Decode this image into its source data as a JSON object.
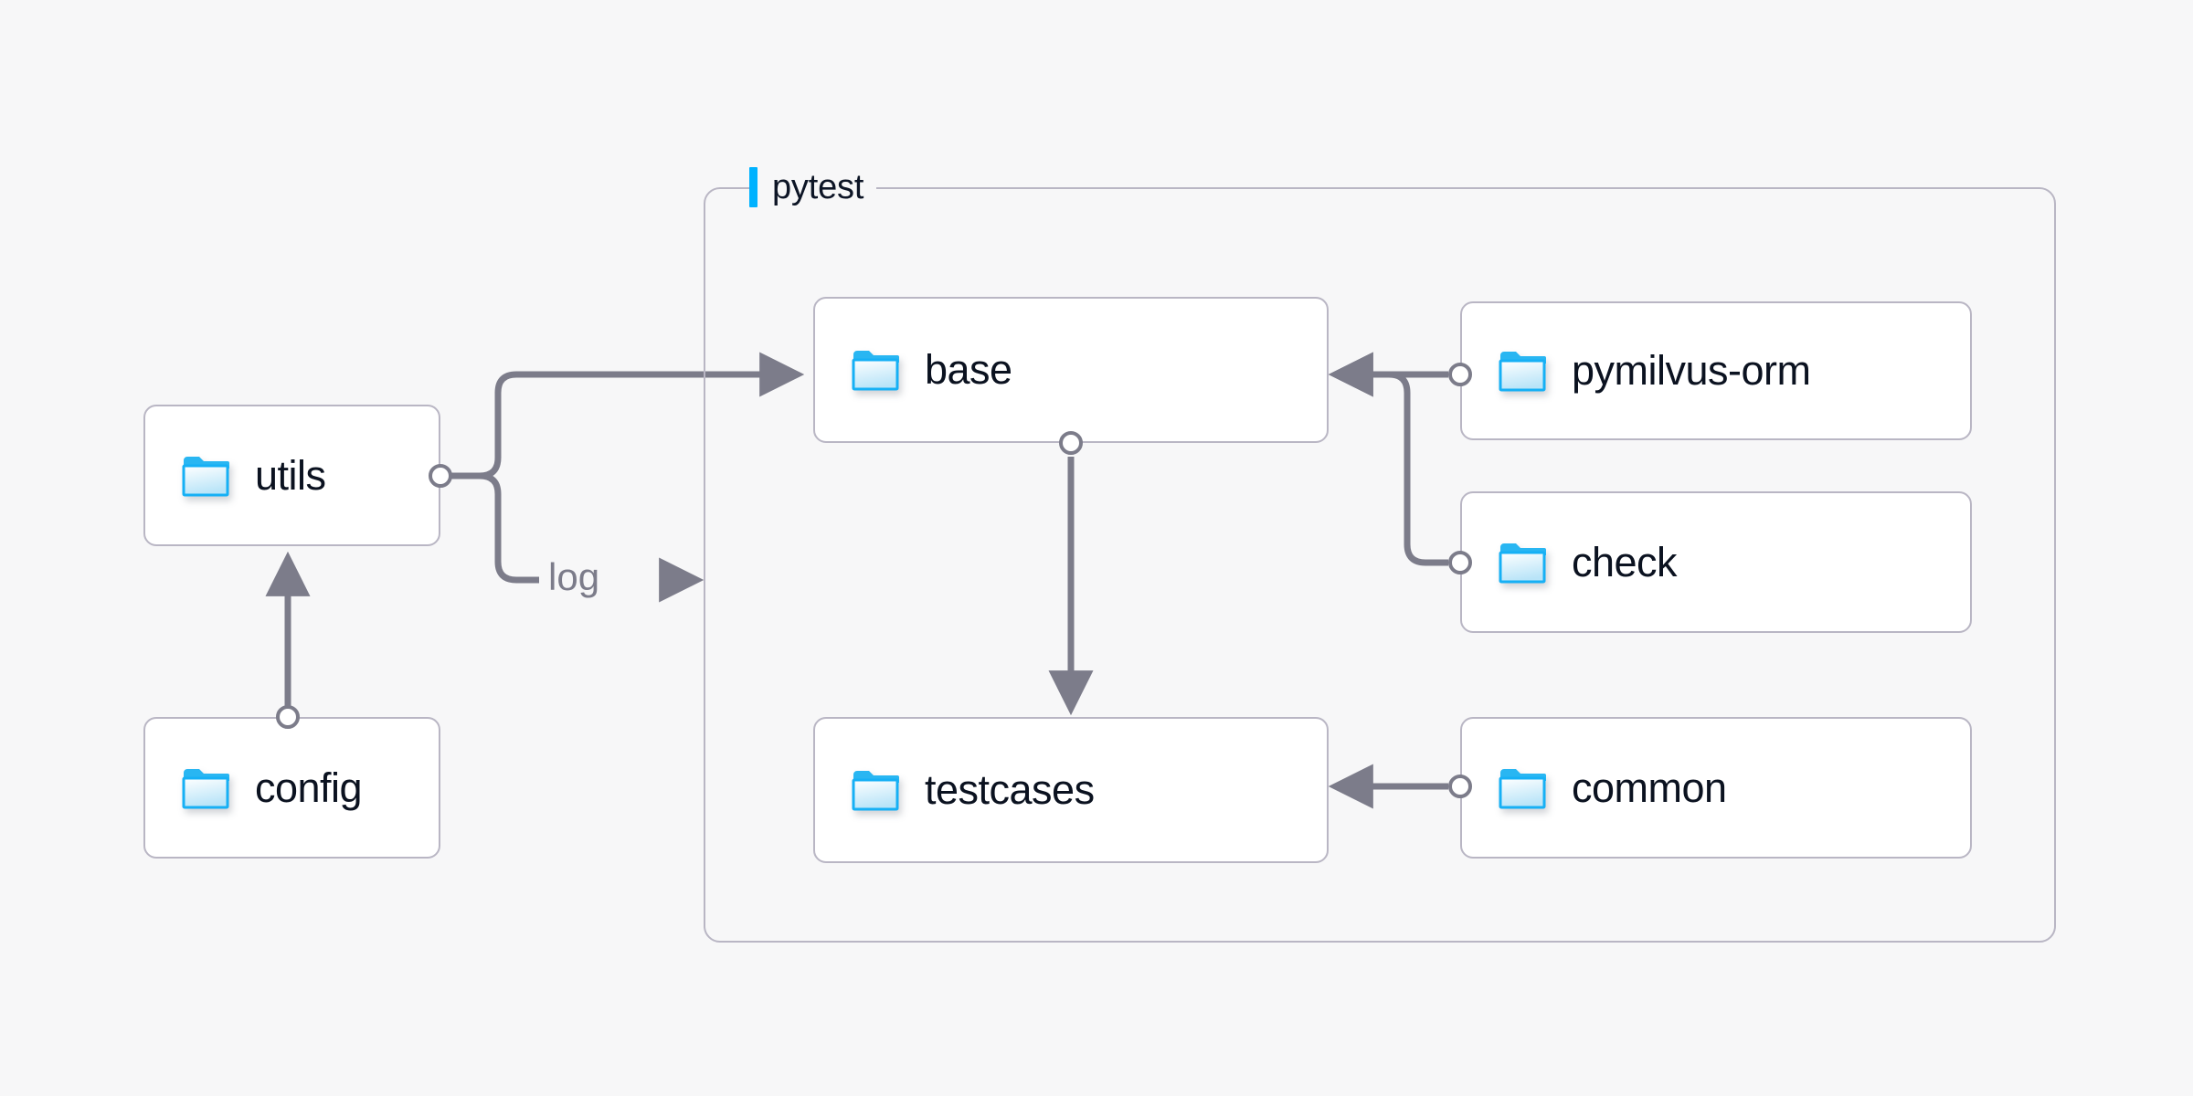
{
  "diagram": {
    "background_color": "#f7f7f8",
    "node_border_color": "#b9b6c4",
    "node_fill_color": "#ffffff",
    "edge_color": "#7c7c8a",
    "accent_color": "#00b2ff",
    "text_color": "#0b1220"
  },
  "group": {
    "label": "pytest",
    "marker_icon": "vertical-bar-icon"
  },
  "nodes": [
    {
      "id": "utils",
      "label": "utils",
      "icon": "folder-icon"
    },
    {
      "id": "config",
      "label": "config",
      "icon": "folder-icon"
    },
    {
      "id": "base",
      "label": "base",
      "icon": "folder-icon"
    },
    {
      "id": "testcases",
      "label": "testcases",
      "icon": "folder-icon"
    },
    {
      "id": "pymilvus-orm",
      "label": "pymilvus-orm",
      "icon": "folder-icon"
    },
    {
      "id": "check",
      "label": "check",
      "icon": "folder-icon"
    },
    {
      "id": "common",
      "label": "common",
      "icon": "folder-icon"
    }
  ],
  "edges": [
    {
      "id": "config-utils",
      "from": "config",
      "to": "utils",
      "label": ""
    },
    {
      "id": "utils-base",
      "from": "utils",
      "to": "base",
      "label": ""
    },
    {
      "id": "utils-log",
      "from": "utils",
      "to": "pytest",
      "label": "log"
    },
    {
      "id": "base-testcases",
      "from": "base",
      "to": "testcases",
      "label": ""
    },
    {
      "id": "pymilvusorm-base",
      "from": "pymilvus-orm",
      "to": "base",
      "label": ""
    },
    {
      "id": "check-base",
      "from": "check",
      "to": "base",
      "label": ""
    },
    {
      "id": "common-testcases",
      "from": "common",
      "to": "testcases",
      "label": ""
    }
  ],
  "edge_labels": {
    "log": "log"
  }
}
